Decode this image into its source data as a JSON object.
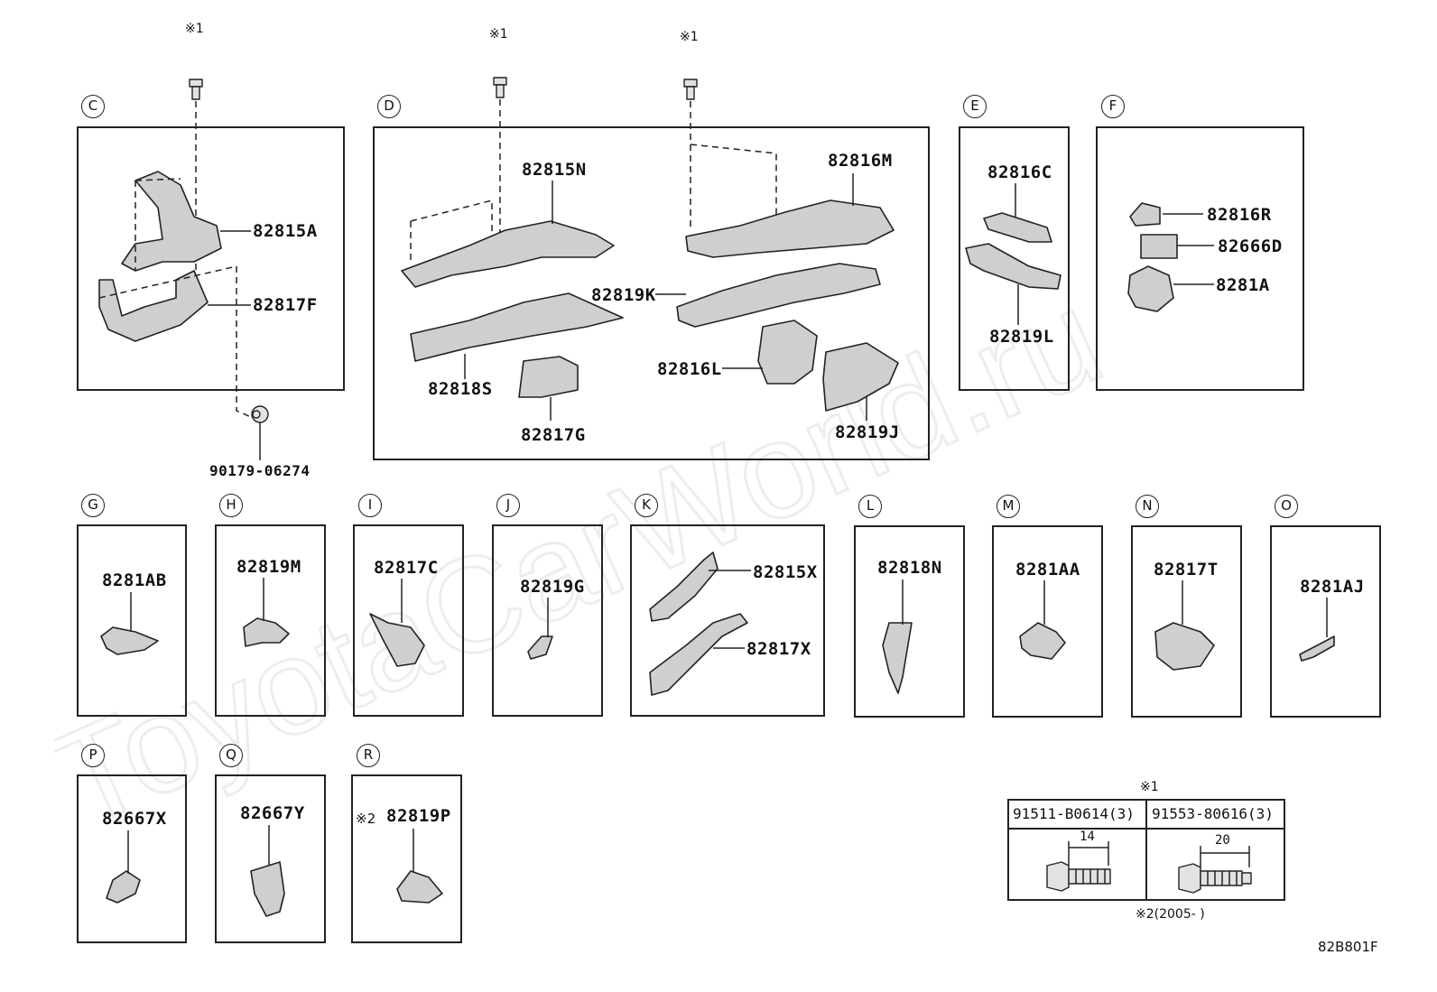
{
  "watermark": "ToyotaCarWorld.ru",
  "diagram_code": "82B801F",
  "note_marker": "※1",
  "sections": [
    {
      "id": "C",
      "parts": [
        "82815A",
        "82817F"
      ]
    },
    {
      "id": "D",
      "parts": [
        "82815N",
        "82816M",
        "82819K",
        "82818S",
        "82816L",
        "82817G",
        "82819J"
      ]
    },
    {
      "id": "E",
      "parts": [
        "82816C",
        "82819L"
      ]
    },
    {
      "id": "F",
      "parts": [
        "82816R",
        "82666D",
        "8281A"
      ]
    },
    {
      "id": "G",
      "parts": [
        "8281AB"
      ]
    },
    {
      "id": "H",
      "parts": [
        "82819M"
      ]
    },
    {
      "id": "I",
      "parts": [
        "82817C"
      ]
    },
    {
      "id": "J",
      "parts": [
        "82819G"
      ]
    },
    {
      "id": "K",
      "parts": [
        "82815X",
        "82817X"
      ]
    },
    {
      "id": "L",
      "parts": [
        "82818N"
      ]
    },
    {
      "id": "M",
      "parts": [
        "8281AA"
      ]
    },
    {
      "id": "N",
      "parts": [
        "82817T"
      ]
    },
    {
      "id": "O",
      "parts": [
        "8281AJ"
      ]
    },
    {
      "id": "P",
      "parts": [
        "82667X"
      ]
    },
    {
      "id": "Q",
      "parts": [
        "82667Y"
      ]
    },
    {
      "id": "R",
      "parts": [
        "82819P"
      ]
    }
  ],
  "standalone_part": "90179-06274",
  "r_note_marker": "※2",
  "bolt_table": {
    "marker": "※1",
    "columns": [
      {
        "part": "91511-B0614(3)",
        "dimension": "14"
      },
      {
        "part": "91553-80616(3)",
        "dimension": "20"
      }
    ],
    "footnote": "※2(2005-      )"
  }
}
